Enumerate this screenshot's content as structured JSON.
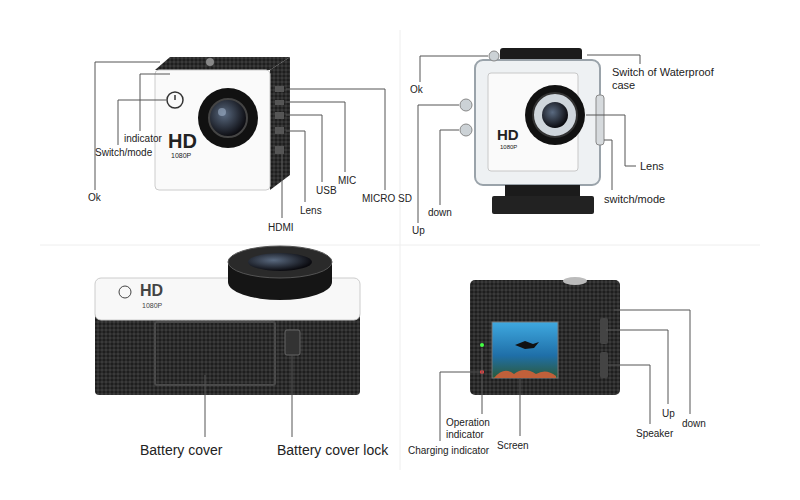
{
  "diagram": {
    "labels": [
      "indicator",
      "Switch/mode",
      "Ok",
      "HD",
      "1080P",
      "HDMI",
      "Lens",
      "USB",
      "MIC",
      "MICRO SD",
      "Ok",
      "Switch of Waterproof case",
      "HD",
      "1080P",
      "Lens",
      "switch/mode",
      "down",
      "Up",
      "HD",
      "1080P",
      "Battery cover",
      "Battery cover lock",
      "Operation indicator",
      "Charging indicator",
      "Screen",
      "Up",
      "down",
      "Speaker"
    ]
  }
}
